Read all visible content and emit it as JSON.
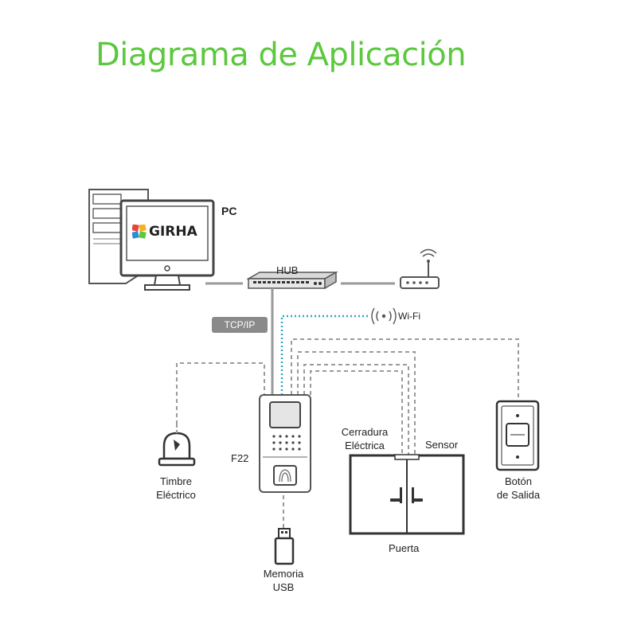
{
  "title": "Diagrama de Aplicación",
  "labels": {
    "pc": "PC",
    "hub": "HUB",
    "tcpip": "TCP/IP",
    "wifi": "Wi-Fi",
    "f22": "F22",
    "timbre": [
      "Timbre",
      "Eléctrico"
    ],
    "memoria": [
      "Memoria",
      "USB"
    ],
    "cerradura": [
      "Cerradura",
      "Eléctrica"
    ],
    "sensor": "Sensor",
    "puerta": "Puerta",
    "boton": [
      "Botón",
      "de Salida"
    ]
  },
  "brand": {
    "name": "GIRHA"
  },
  "colors": {
    "title": "#5cc83f",
    "wifi_line": "#2aa7c9",
    "wire": "#9a9a9a",
    "device_outline": "#555555"
  }
}
